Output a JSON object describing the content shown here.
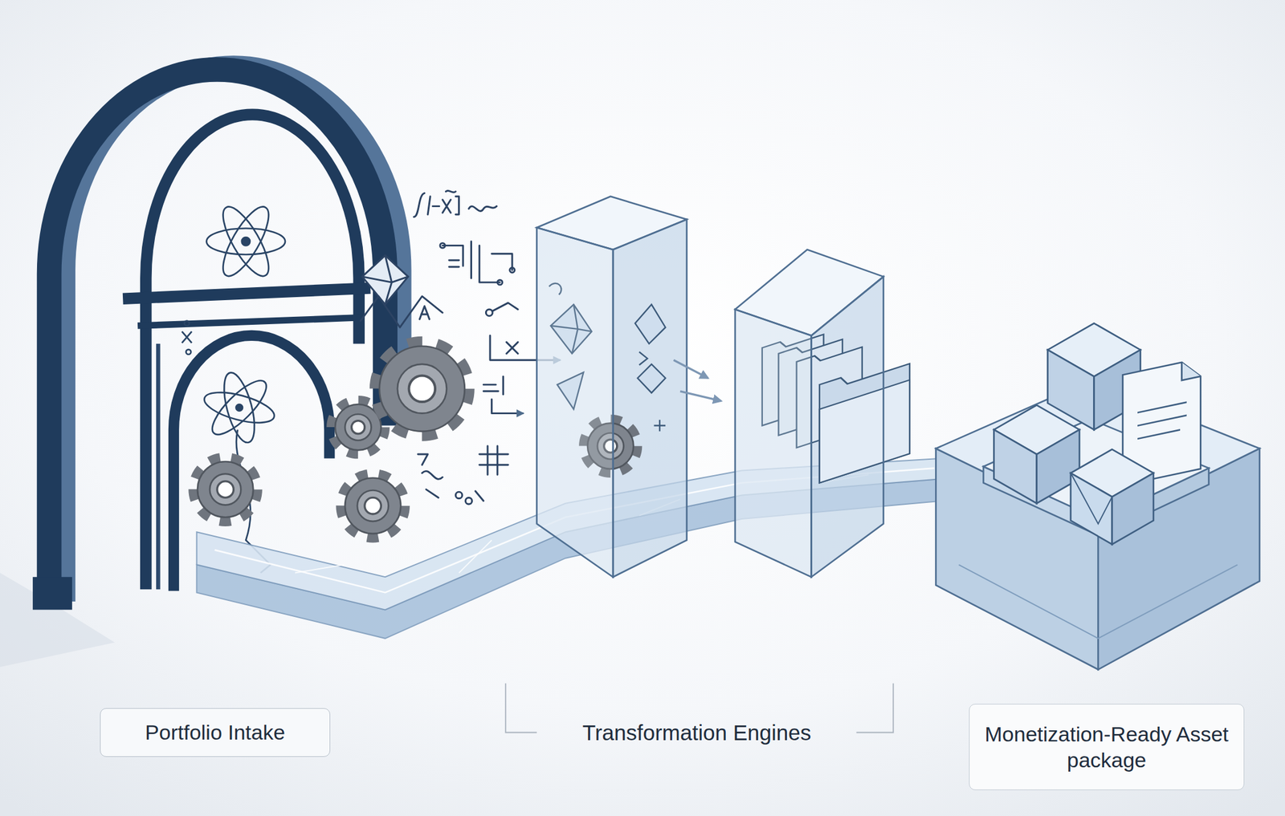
{
  "diagram": {
    "nodes": [
      {
        "text": [
          "Portfolio Intake"
        ]
      },
      {
        "text": [
          "Monetization-Ready Asset package"
        ]
      }
    ],
    "labels": [
      "Transformation Engines"
    ]
  }
}
